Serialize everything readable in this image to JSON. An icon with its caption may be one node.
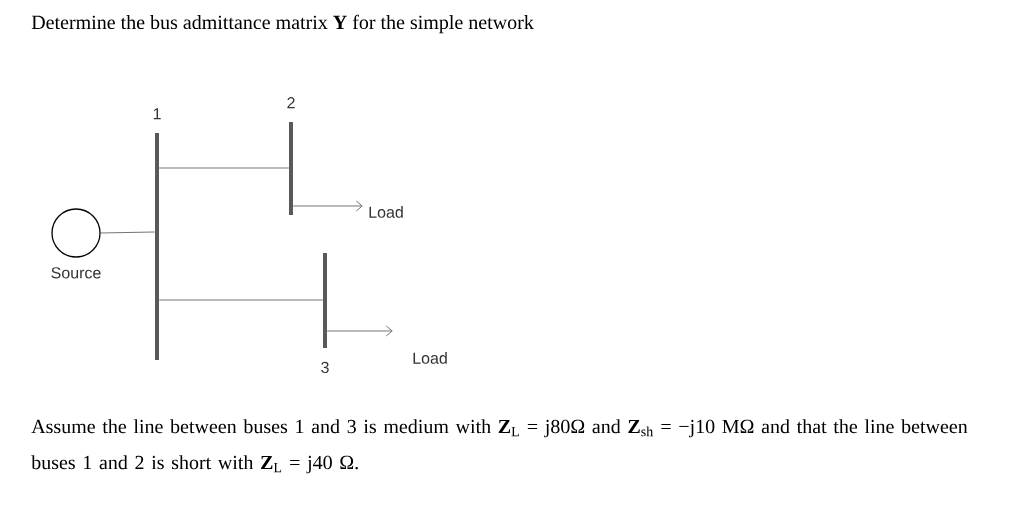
{
  "diagram": {
    "title": "Determine the bus admittance matrix **Y** for the simple network",
    "caption": "Assume the line between buses 1 and 3 is medium with **Z**$_{L}$ = j80Ω and **Z**$_{sh}$ = −j10 MΩ and that the line between buses 1 and 2 is short with **Z**$_{L}$ = j40 Ω.",
    "nodes": [
      {
        "text": [
          "1"
        ]
      },
      {
        "text": [
          "2"
        ]
      },
      {
        "text": [
          "3"
        ]
      },
      {
        "text": [
          "Source"
        ]
      },
      {
        "text": [
          "Load"
        ]
      },
      {
        "text": [
          "Load"
        ]
      }
    ],
    "edges": [
      {
        "from": 3,
        "to": 0,
        "arrow": "none"
      },
      {
        "from": 0,
        "to": 1,
        "arrow": "none"
      },
      {
        "from": 0,
        "to": 2,
        "arrow": "none"
      },
      {
        "from": 1,
        "to": 4,
        "arrow": "to"
      },
      {
        "from": 2,
        "to": 5,
        "arrow": "to"
      }
    ]
  }
}
